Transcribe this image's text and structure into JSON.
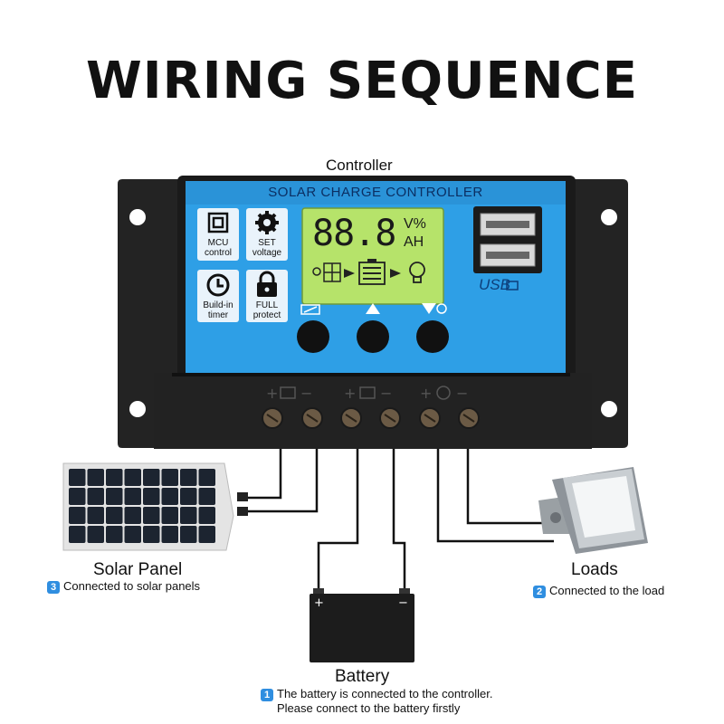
{
  "title": "WIRING SEQUENCE",
  "controller": {
    "label": "Controller",
    "panel_title": "SOLAR CHARGE CONTROLLER",
    "lcd_digits": "88.8",
    "lcd_units_top": "V%",
    "lcd_units_bottom": "AH",
    "usb_label": "USB",
    "features": [
      {
        "line1": "MCU",
        "line2": "control",
        "icon": "chip-icon"
      },
      {
        "line1": "SET",
        "line2": "voltage",
        "icon": "gear-icon"
      },
      {
        "line1": "Build-in",
        "line2": "timer",
        "icon": "clock-icon"
      },
      {
        "line1": "FULL",
        "line2": "protect",
        "icon": "lock-icon"
      }
    ],
    "button_icons": [
      "battery-icon",
      "up-arrow-icon",
      "down-arrow-icon"
    ],
    "terminal_groups": [
      "solar-panel-icon",
      "battery-icon",
      "bulb-icon"
    ]
  },
  "solar_panel": {
    "label": "Solar Panel",
    "step": "3",
    "note": "Connected to solar panels"
  },
  "loads": {
    "label": "Loads",
    "step": "2",
    "note": "Connected to the load"
  },
  "battery": {
    "label": "Battery",
    "step": "1",
    "note_line1": "The battery is connected to the controller.",
    "note_line2": "Please connect to the battery firstly",
    "plus": "+",
    "minus": "−"
  },
  "colors": {
    "panel_blue": "#2e9fe6",
    "housing": "#1f1f1f",
    "lcd_green": "#b6e36a",
    "badge_blue": "#2f8ee0"
  }
}
